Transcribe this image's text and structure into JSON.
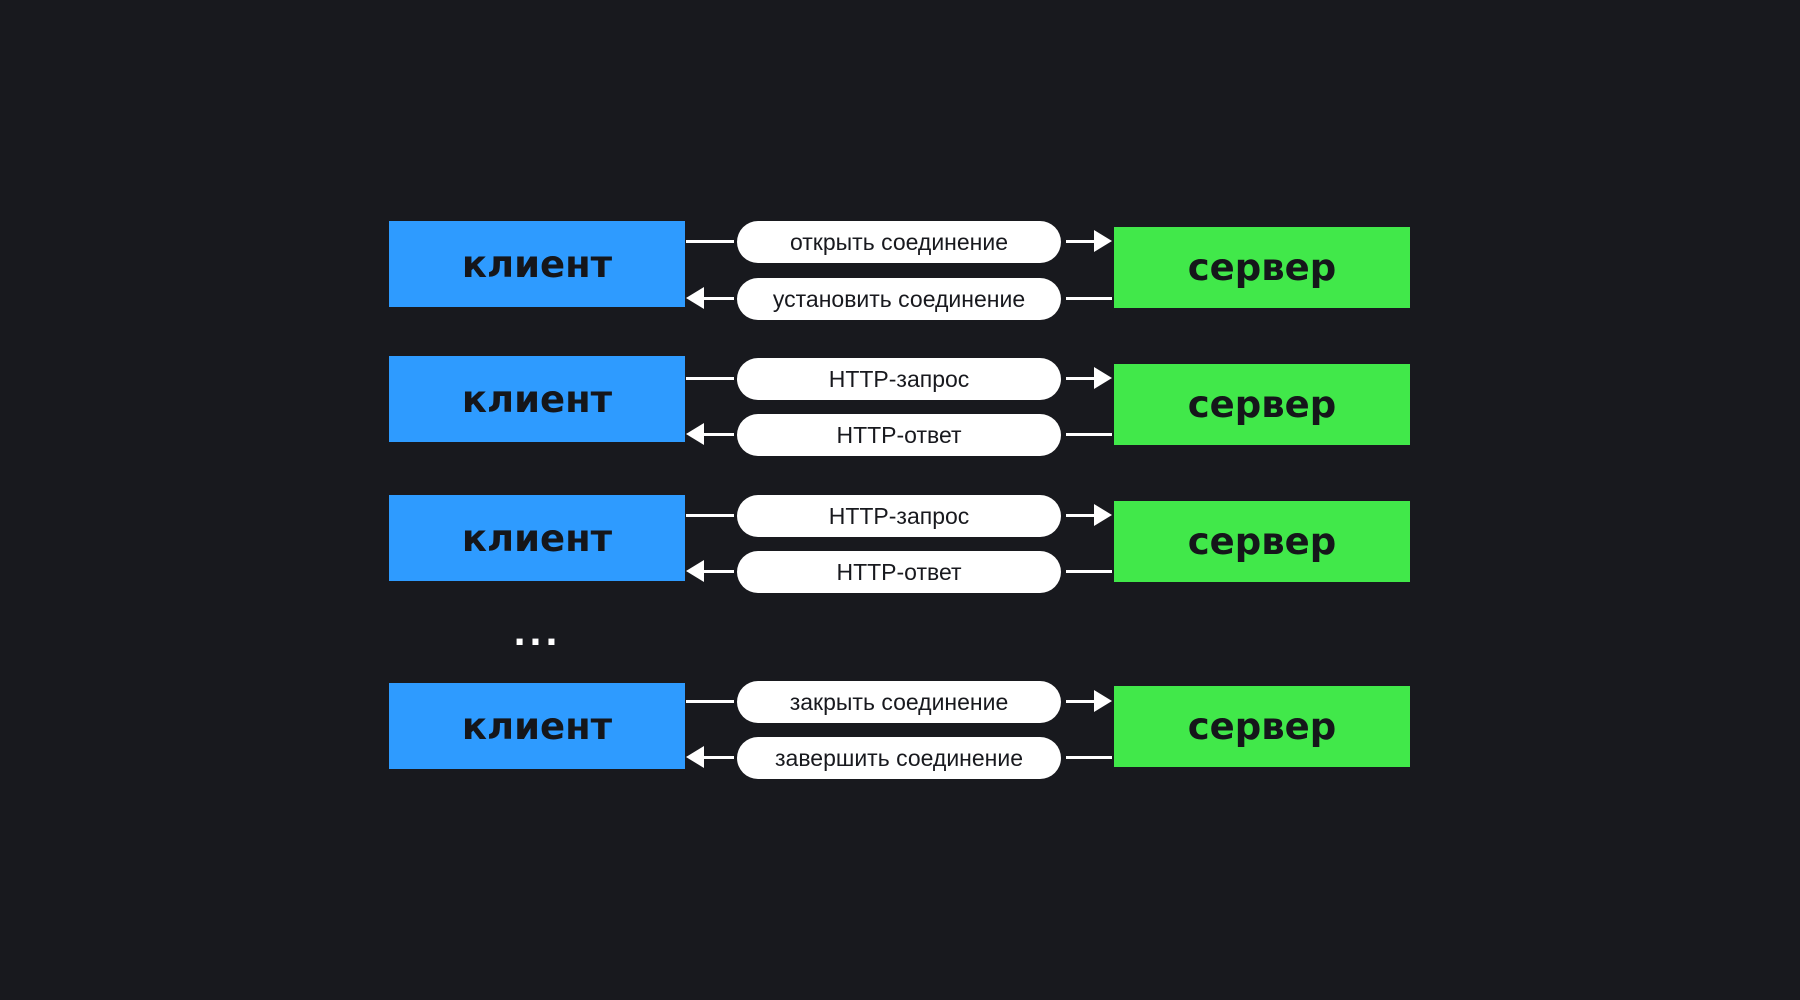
{
  "rows": [
    {
      "client": "клиент",
      "server": "сервер",
      "request": "открыть соединение",
      "response": "установить соединение"
    },
    {
      "client": "клиент",
      "server": "сервер",
      "request": "HTTP-запрос",
      "response": "HTTP-ответ"
    },
    {
      "client": "клиент",
      "server": "сервер",
      "request": "HTTP-запрос",
      "response": "HTTP-ответ"
    },
    {
      "client": "клиент",
      "server": "сервер",
      "request": "закрыть соединение",
      "response": "завершить соединение"
    }
  ],
  "ellipsis": "...",
  "colors": {
    "background": "#18191e",
    "client": "#2e9bff",
    "server": "#41e84a",
    "pill": "#ffffff",
    "arrow": "#ffffff"
  }
}
